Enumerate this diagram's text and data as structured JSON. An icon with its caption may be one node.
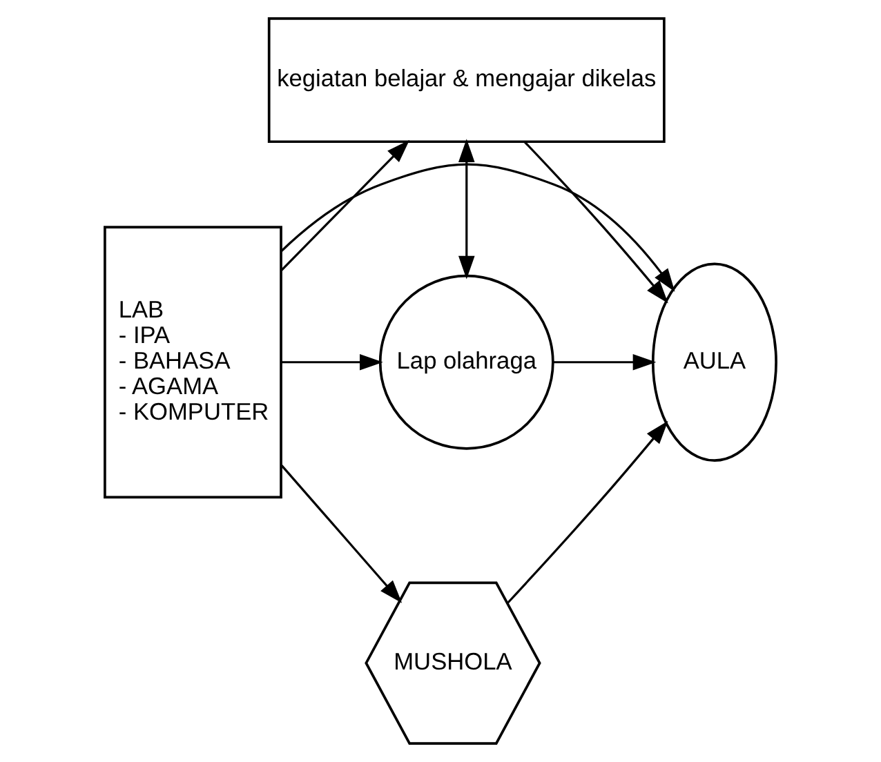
{
  "diagram": {
    "nodes": [
      {
        "text": [
          "kegiatan belajar & mengajar dikelas"
        ]
      },
      {
        "text": [
          "Lap olahraga"
        ]
      },
      {
        "text": [
          "AULA"
        ]
      },
      {
        "text": [
          "LAB",
          "- IPA",
          "- BAHASA",
          "- AGAMA",
          "- KOMPUTER"
        ]
      },
      {
        "text": [
          "MUSHOLA"
        ]
      }
    ],
    "edges": [
      {
        "from": 1,
        "to": 0,
        "arrow": "both"
      },
      {
        "from": 0,
        "to": 2,
        "arrow": "to"
      },
      {
        "from": 1,
        "to": 2,
        "arrow": "to"
      },
      {
        "from": 3,
        "to": 2,
        "arrow": "to"
      },
      {
        "from": 4,
        "to": 2,
        "arrow": "to"
      },
      {
        "from": 3,
        "to": 0,
        "arrow": "to"
      },
      {
        "from": 3,
        "to": 1,
        "arrow": "to"
      },
      {
        "from": 3,
        "to": 4,
        "arrow": "to"
      }
    ]
  }
}
